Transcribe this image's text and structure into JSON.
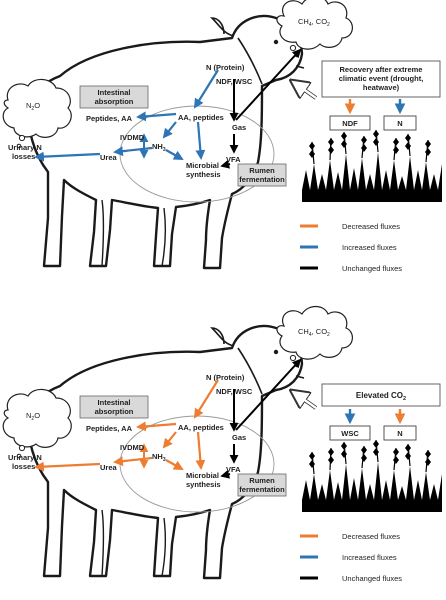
{
  "panels": [
    {
      "n_protein": "N (Protein)",
      "ndf_wsc": "NDF, WSC",
      "aa_peptides": "AA, peptides",
      "peptides_aa": "Peptides, AA",
      "ivdmd": "IVDMD",
      "nh3_main": "NH",
      "nh3_sub": "3",
      "gas": "Gas",
      "vfa": "VFA",
      "urea": "Urea",
      "microbial_line1": "Microbial",
      "microbial_line2": "synthesis",
      "intestinal_line1": "Intestinal",
      "intestinal_line2": "absorption",
      "rumen_line1": "Rumen",
      "rumen_line2": "fermentation",
      "urinary_line1": "Urinary N",
      "urinary_line2": "losses",
      "n2o_main": "N",
      "n2o_sub": "2",
      "n2o_end": "O",
      "ch4_main": "CH",
      "ch4_sub": "4",
      "ch4_mid": ", CO",
      "ch4_sub2": "2",
      "event_line1": "Recovery after extreme",
      "event_line2": "climatic event (drought,",
      "event_line3": "heatwave)",
      "box_left": "NDF",
      "box_right": "N",
      "legend": [
        "Decreased fluxes",
        "Increased fluxes",
        "Unchanged fluxes"
      ]
    },
    {
      "n_protein": "N (Protein)",
      "ndf_wsc": "NDF, WSC",
      "aa_peptides": "AA, peptides",
      "peptides_aa": "Peptides, AA",
      "ivdmd": "IVDMD",
      "nh3_main": "NH",
      "nh3_sub": "3",
      "gas": "Gas",
      "vfa": "VFA",
      "urea": "Urea",
      "microbial_line1": "Microbial",
      "microbial_line2": "synthesis",
      "intestinal_line1": "Intestinal",
      "intestinal_line2": "absorption",
      "rumen_line1": "Rumen",
      "rumen_line2": "fermentation",
      "urinary_line1": "Urinary N",
      "urinary_line2": "losses",
      "n2o_main": "N",
      "n2o_sub": "2",
      "n2o_end": "O",
      "ch4_main": "CH",
      "ch4_sub": "4",
      "ch4_mid": ", CO",
      "ch4_sub2": "2",
      "event_main": "Elevated CO",
      "event_sub": "2",
      "box_left": "WSC",
      "box_right": "N",
      "legend": [
        "Decreased fluxes",
        "Increased fluxes",
        "Unchanged fluxes"
      ]
    }
  ],
  "colors": {
    "decreased": "#ed7d31",
    "increased": "#2e75b6",
    "unchanged": "#000000",
    "outline": "#1a1a1a",
    "label_box": "#d9d9d9"
  }
}
